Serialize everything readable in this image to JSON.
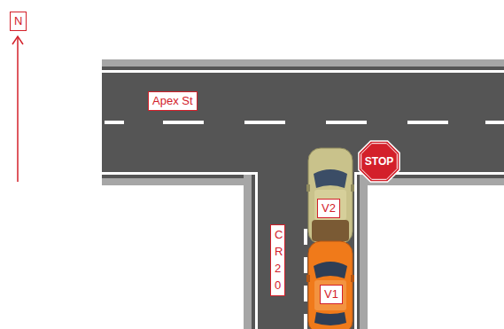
{
  "diagram": {
    "nodes": [
      {
        "text": [
          "N"
        ]
      },
      {
        "text": [
          "Apex St"
        ]
      },
      {
        "text": [
          "STOP"
        ]
      },
      {
        "text": [
          "V2"
        ]
      },
      {
        "text": [
          "CR 20"
        ]
      },
      {
        "text": [
          "V1"
        ]
      }
    ]
  }
}
